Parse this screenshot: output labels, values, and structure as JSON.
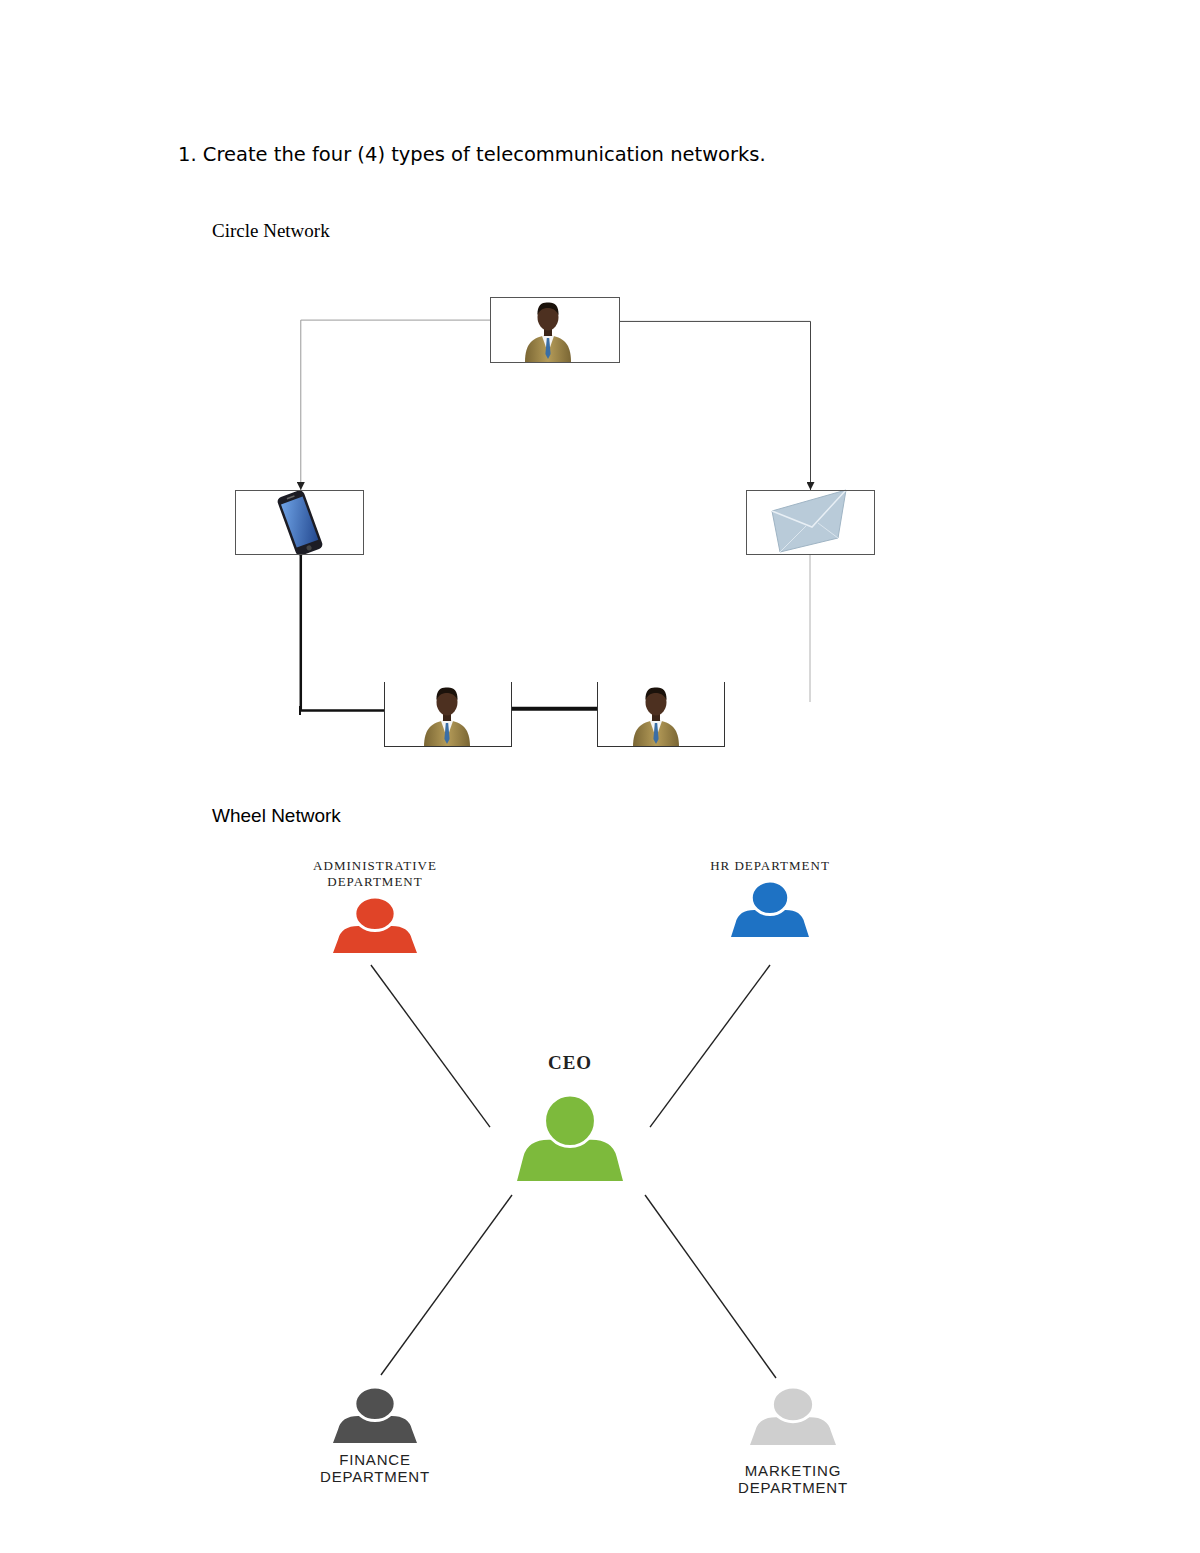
{
  "diagram": {
    "title": "1. Create the four (4) types of telecommunication networks.",
    "nodes": [
      {
        "text": []
      },
      {
        "text": []
      },
      {
        "text": []
      },
      {
        "text": []
      },
      {
        "text": []
      },
      {
        "text": [
          "ADMINISTRATIVE DEPARTMENT"
        ]
      },
      {
        "text": [
          "HR DEPARTMENT"
        ]
      },
      {
        "text": [
          "CEO"
        ]
      },
      {
        "text": [
          "FINANCE DEPARTMENT"
        ]
      },
      {
        "text": [
          "MARKETING DEPARTMENT"
        ]
      }
    ],
    "edges": [
      {
        "from": 0,
        "to": 1,
        "arrow": "to"
      },
      {
        "from": 0,
        "to": 2,
        "arrow": "to"
      },
      {
        "from": 1,
        "to": 3,
        "arrow": "none"
      },
      {
        "from": 3,
        "to": 4,
        "arrow": "none"
      },
      {
        "from": 7,
        "to": 5,
        "arrow": "none"
      },
      {
        "from": 7,
        "to": 6,
        "arrow": "none"
      },
      {
        "from": 7,
        "to": 8,
        "arrow": "none"
      },
      {
        "from": 7,
        "to": 9,
        "arrow": "none"
      }
    ],
    "labels": [
      "Circle Network",
      "Wheel Network"
    ]
  }
}
